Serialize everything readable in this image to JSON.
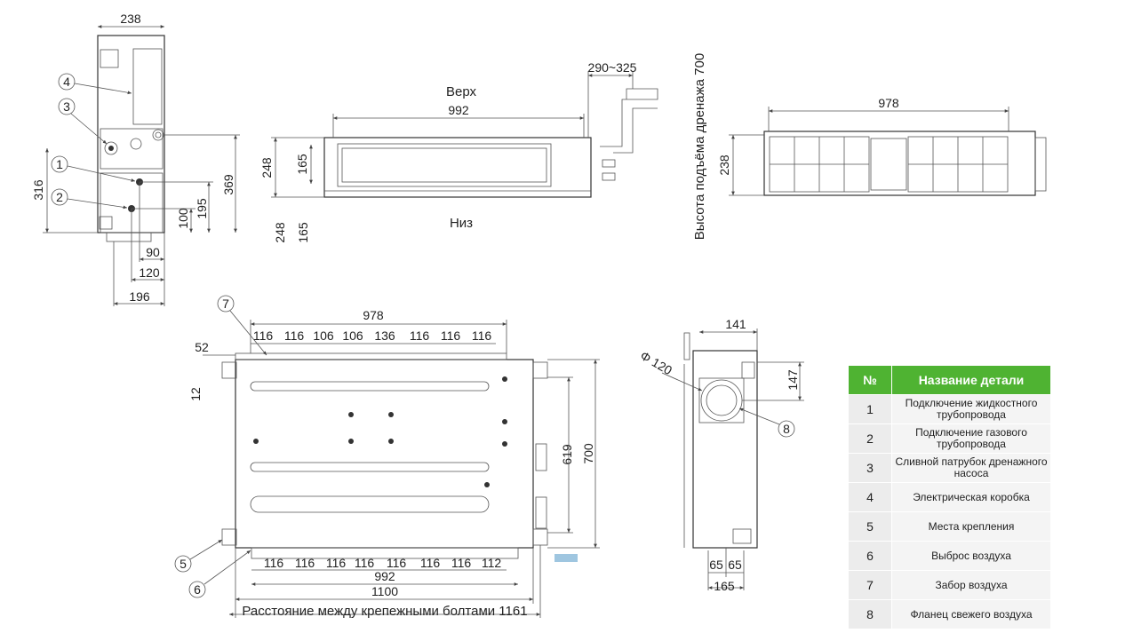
{
  "views": {
    "top_label": "Верх",
    "bottom_label": "Низ",
    "drain_height": "Высота подъёма дренажа 700",
    "bolt_distance": "Расстояние между крепежными болтами 1161"
  },
  "side_view": {
    "width": "238",
    "h316": "316",
    "h369": "369",
    "h195": "195",
    "h100": "100",
    "w90": "90",
    "w120": "120",
    "w196": "196",
    "callouts": [
      "4",
      "3",
      "1",
      "2"
    ]
  },
  "front_view": {
    "w992": "992",
    "w290_325": "290~325",
    "h248": "248",
    "h165": "165",
    "below248": "248",
    "below165": "165"
  },
  "rear_view": {
    "w978": "978",
    "h238": "238"
  },
  "plan_view": {
    "w978": "978",
    "top_segments": [
      "116",
      "116",
      "106",
      "106",
      "136",
      "116",
      "116",
      "116"
    ],
    "w52": "52",
    "h12": "12",
    "h619": "619",
    "h700": "700",
    "bottom_segments": [
      "116",
      "116",
      "116",
      "116",
      "116",
      "116",
      "116",
      "112"
    ],
    "w992": "992",
    "w1100": "1100",
    "callouts": [
      "7",
      "5",
      "6"
    ]
  },
  "end_view": {
    "w141": "141",
    "phi": "Φ 120",
    "h147": "147",
    "w65a": "65",
    "w65b": "65",
    "w165": "165",
    "callout": "8"
  },
  "parts_table": {
    "header_no": "№",
    "header_name": "Название детали",
    "rows": [
      {
        "no": "1",
        "name": "Подключение жидкостного трубопровода"
      },
      {
        "no": "2",
        "name": "Подключение газового трубопровода"
      },
      {
        "no": "3",
        "name": "Сливной патрубок дренажного насоса"
      },
      {
        "no": "4",
        "name": "Электрическая коробка"
      },
      {
        "no": "5",
        "name": "Места крепления"
      },
      {
        "no": "6",
        "name": "Выброс воздуха"
      },
      {
        "no": "7",
        "name": "Забор воздуха"
      },
      {
        "no": "8",
        "name": "Фланец свежего воздуха"
      }
    ]
  },
  "colors": {
    "header_green": "#4fb332",
    "accent_blue": "#9fc6e0"
  }
}
